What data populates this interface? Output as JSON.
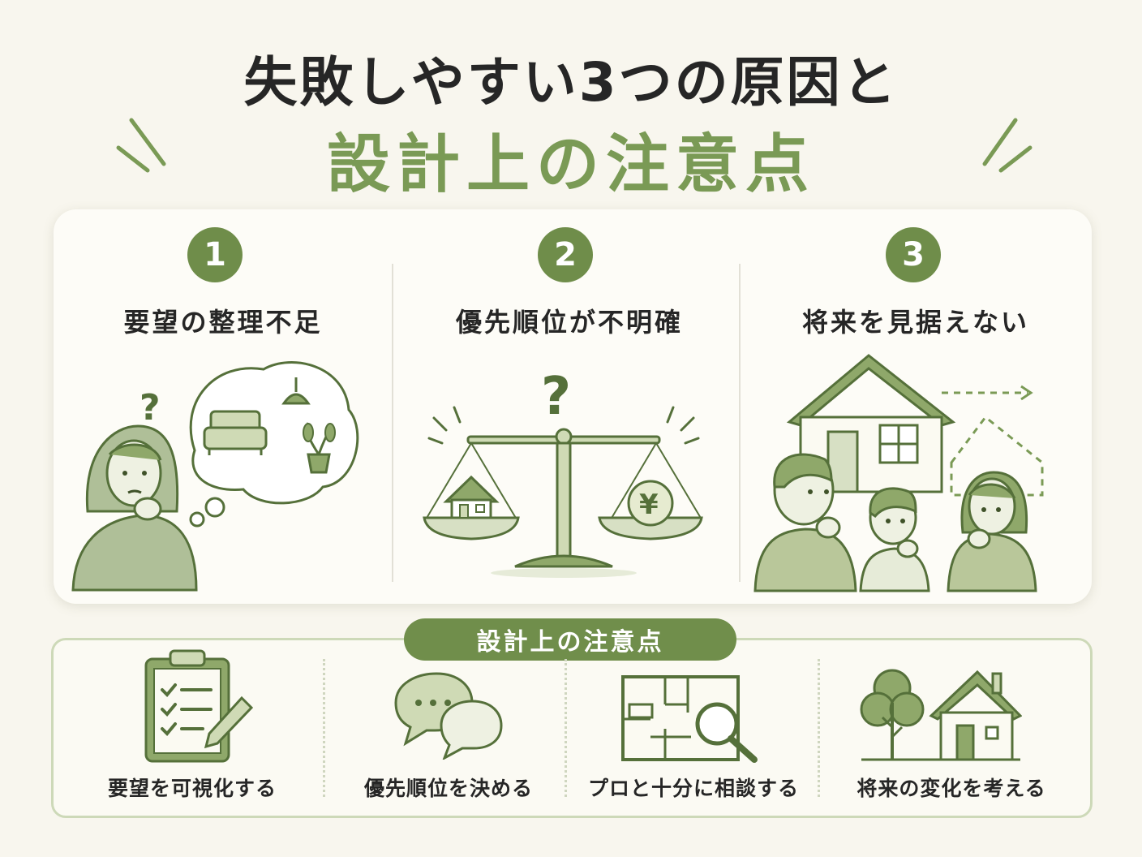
{
  "header": {
    "title_line1": "失敗しやすい3つの原因と",
    "title_line2": "設計上の注意点"
  },
  "causes": [
    {
      "number": "1",
      "title": "要望の整理不足",
      "icon": "confused-woman-thought-bubble-icon"
    },
    {
      "number": "2",
      "title": "優先順位が不明確",
      "icon": "balance-scale-house-yen-icon"
    },
    {
      "number": "3",
      "title": "将来を見据えない",
      "icon": "family-house-future-icon"
    }
  ],
  "tips": {
    "header": "設計上の注意点",
    "items": [
      {
        "label": "要望を可視化する",
        "icon": "clipboard-checklist-icon"
      },
      {
        "label": "優先順位を決める",
        "icon": "speech-bubbles-icon"
      },
      {
        "label": "プロと十分に相談する",
        "icon": "floorplan-magnifier-icon"
      },
      {
        "label": "将来の変化を考える",
        "icon": "tree-house-icon"
      }
    ]
  },
  "colors": {
    "accent": "#6f8d4a",
    "accent_light": "#d7e0c4",
    "title_green": "#7a9a55",
    "text": "#262626",
    "background": "#f8f6ee"
  }
}
